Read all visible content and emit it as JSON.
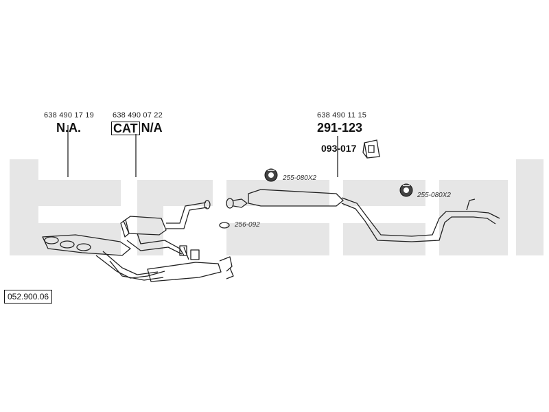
{
  "parts": {
    "part1": {
      "number": "638 490 17 19",
      "status": "N.A."
    },
    "part2": {
      "number": "638 490 07 22",
      "prefix": "CAT",
      "status": "N/A"
    },
    "part3": {
      "number": "638 490 11 15",
      "code": "291-123",
      "sub_code": "093-017"
    }
  },
  "refs": {
    "clamp_a": "255-080X2",
    "clamp_b": "255-080X2",
    "gasket": "256-092"
  },
  "drawing_id": "052.900.06",
  "colors": {
    "watermark": "#e6e6e6",
    "line": "#222222"
  },
  "icons": [
    "clamp-icon",
    "bracket-icon",
    "gasket-icon"
  ]
}
